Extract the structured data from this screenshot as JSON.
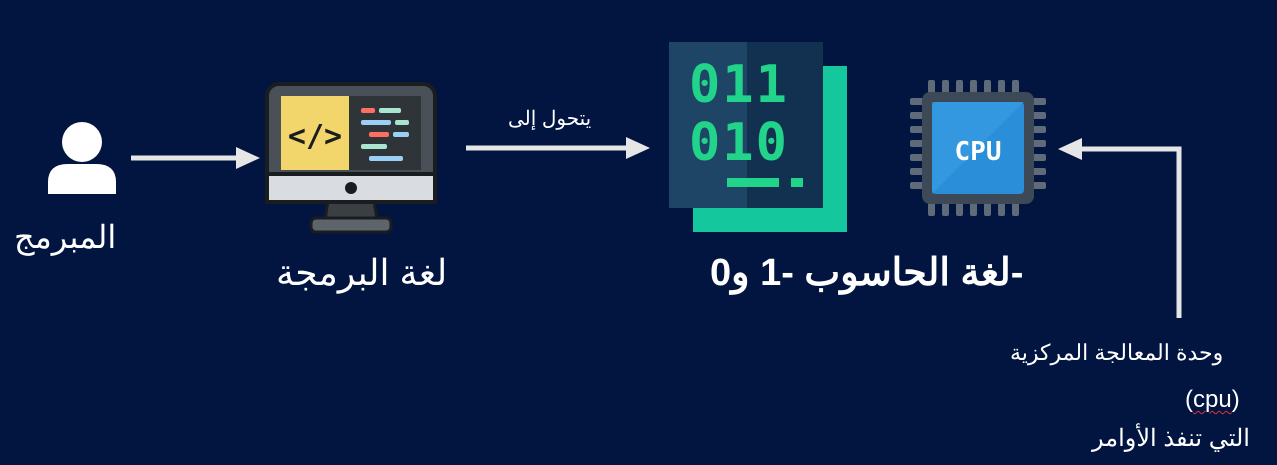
{
  "labels": {
    "programmer": "المبرمج",
    "programming_language": "لغة البرمجة",
    "converts_to": "يتحول إلى",
    "computer_language": "لغة الحاسوب -1 و0-",
    "cpu_line1": "وحدة المعالجة المركزية",
    "cpu_line2_open": "(",
    "cpu_line2_word": "cpu",
    "cpu_line2_close": ")",
    "cpu_line3": "التي تنفذ الأوامر",
    "cpu_chip_text": "CPU",
    "binary_row1": "011",
    "binary_row2": "010"
  },
  "icons": {
    "programmer": "user-icon",
    "programming_language": "monitor-code-icon",
    "computer_language": "binary-code-icon",
    "cpu": "cpu-chip-icon"
  },
  "colors": {
    "background": "#021540",
    "arrow": "#e6e6e6",
    "text": "#ffffff",
    "binary_green": "#22d38a",
    "binary_panel": "#163a5f",
    "binary_panel_back": "#14c79d",
    "cpu_blue": "#2a8fd8",
    "code_yellow": "#f2d56b"
  }
}
